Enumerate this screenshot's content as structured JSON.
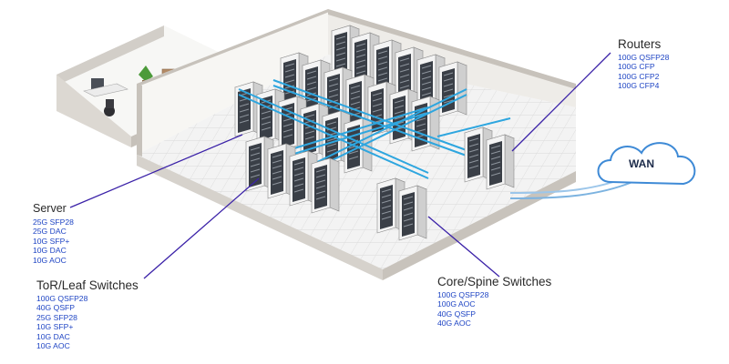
{
  "labels": {
    "server": {
      "title": "Server",
      "specs": [
        "25G SFP28",
        "25G DAC",
        "10G SFP+",
        "10G DAC",
        "10G AOC"
      ]
    },
    "tor_leaf": {
      "title": "ToR/Leaf Switches",
      "specs": [
        "100G QSFP28",
        "40G QSFP",
        "25G SFP28",
        "10G SFP+",
        "10G DAC",
        "10G AOC"
      ]
    },
    "core_spine": {
      "title": "Core/Spine Switches",
      "specs": [
        "100G QSFP28",
        "100G AOC",
        "40G QSFP",
        "40G AOC"
      ]
    },
    "routers": {
      "title": "Routers",
      "specs": [
        "100G QSFP28",
        "100G CFP",
        "100G CFP2",
        "100G CFP4"
      ]
    }
  },
  "wan": {
    "label": "WAN"
  },
  "colors": {
    "leader_line": "#3b22a8",
    "spec_text": "#1f45c4",
    "fiber": "#2ea6df",
    "wall": "#c9c5bf",
    "floor": "#f1f1f1"
  }
}
